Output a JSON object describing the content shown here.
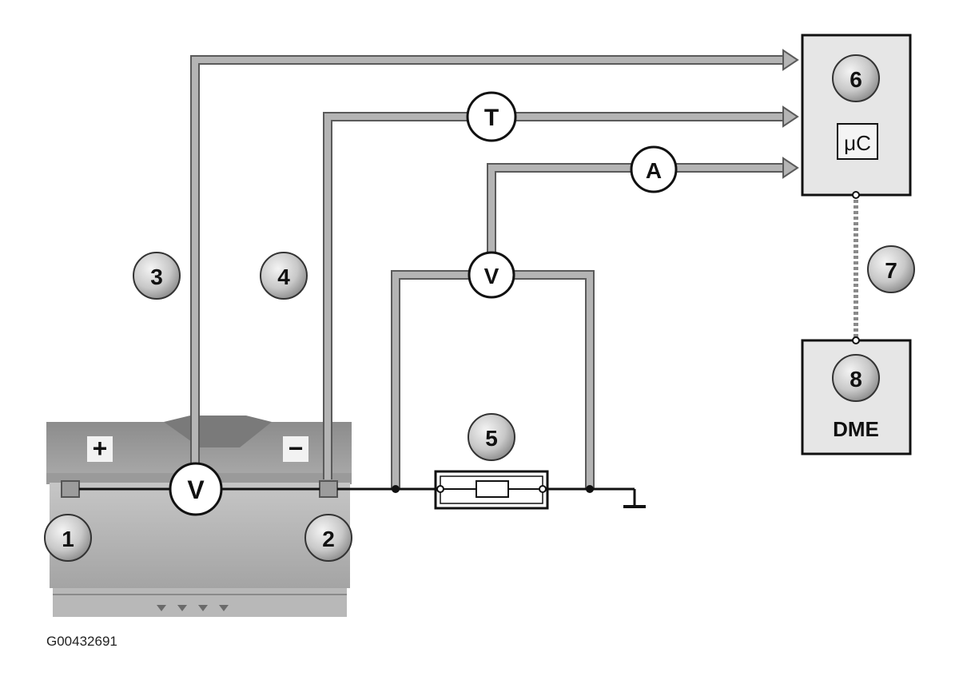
{
  "diagram": {
    "figure_id": "G00432691",
    "callouts": {
      "c1": "1",
      "c2": "2",
      "c3": "3",
      "c4": "4",
      "c5": "5",
      "c6": "6",
      "c7": "7",
      "c8": "8"
    },
    "battery": {
      "plus": "+",
      "minus": "−"
    },
    "meters": {
      "battery_voltage": "V",
      "shunt_voltage": "V",
      "temperature": "T",
      "current": "A"
    },
    "control_unit": {
      "microcontroller": "μC"
    },
    "dme": {
      "label": "DME"
    },
    "colors": {
      "signal_line": "#b4b4b4",
      "signal_edge": "#5a5a5a",
      "wire": "#111111",
      "callout_fill": "#d4d4d4",
      "box_fill": "#e6e6e6",
      "battery_body": "#bfbfbf"
    }
  }
}
